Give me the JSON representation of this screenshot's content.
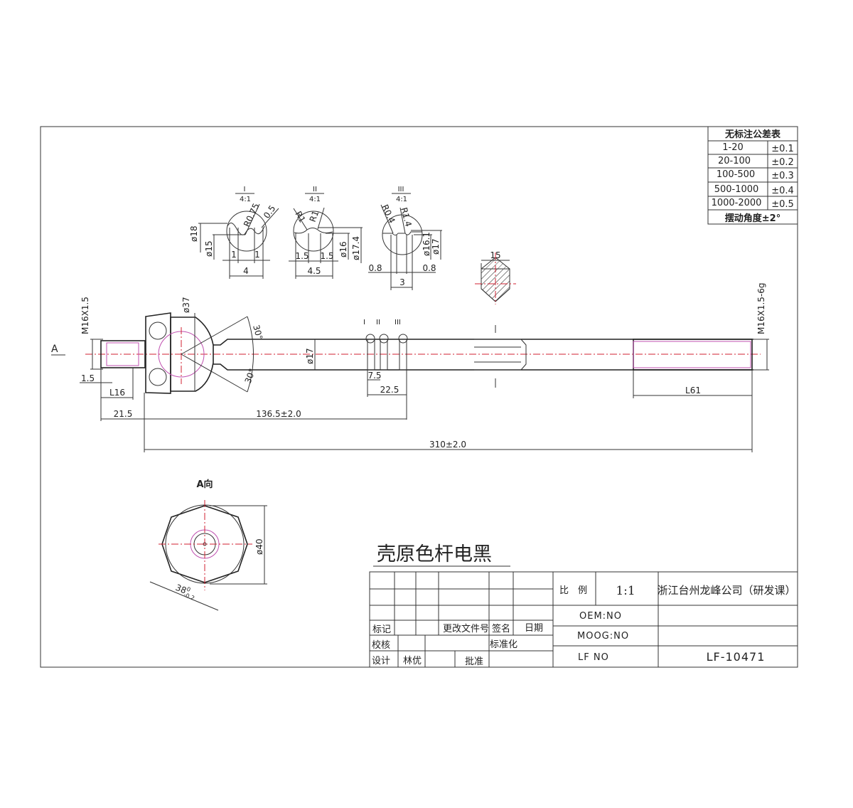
{
  "tolerance_table": {
    "title": "无标注公差表",
    "rows": [
      {
        "range": "1-20",
        "tol": "±0.1"
      },
      {
        "range": "20-100",
        "tol": "±0.2"
      },
      {
        "range": "100-500",
        "tol": "±0.3"
      },
      {
        "range": "500-1000",
        "tol": "±0.4"
      },
      {
        "range": "1000-2000",
        "tol": "±0.5"
      }
    ],
    "swing_angle": "摆动角度±2°"
  },
  "details": [
    {
      "id": "I",
      "scale": "4:1",
      "r1": "R0.75",
      "r2": "0.5",
      "d_outer": "ø18",
      "d_inner": "ø15",
      "w1": "1",
      "w2": "1",
      "total": "4"
    },
    {
      "id": "II",
      "scale": "4:1",
      "r1": "R1",
      "r2": "R1",
      "d_outer": "ø17.4",
      "d_inner": "ø16",
      "w1": "1.5",
      "w2": "1.5",
      "total": "4.5"
    },
    {
      "id": "III",
      "scale": "4:1",
      "r1": "R0.4",
      "r2": "R1.4",
      "d_outer": "ø17",
      "d_inner": "ø16.1",
      "w1": "0.8",
      "w2": "0.8",
      "total": "3"
    }
  ],
  "section": {
    "width": "15"
  },
  "main_view": {
    "view_arrow": "A",
    "left_thread": "M16X1.5",
    "ball_dia": "ø37",
    "angle_top": "30°",
    "angle_bottom": "30°",
    "shaft_dia": "ø17",
    "right_thread": "M16X1.5-6g",
    "chamfer": "1.5",
    "thread_len_left": "L16",
    "offset": "21.5",
    "to_groove": "136.5±2.0",
    "groove_pitch": "7.5",
    "groove_span": "22.5",
    "thread_len_right": "L61",
    "overall": "310±2.0",
    "groove_labels": [
      "I",
      "II",
      "III"
    ],
    "section_mark": "I"
  },
  "view_a": {
    "title": "A向",
    "dia": "ø40",
    "across_flats": "38",
    "tol_upper": "0",
    "tol_lower": "-0.2"
  },
  "finish_note": "壳原色杆电黑",
  "title_block": {
    "scale_label": "比　例",
    "scale_value": "1:1",
    "company": "浙江台州龙峰公司（研发课）",
    "oem_label": "OEM:NO",
    "moog_label": "MOOG:NO",
    "lf_label": "LF NO",
    "lf_value": "LF-10471",
    "mark": "标记",
    "change_doc": "更改文件号",
    "signature": "签名",
    "date": "日期",
    "check": "校核",
    "standardization": "标准化",
    "design": "设计",
    "designer": "林优",
    "approve": "批准"
  }
}
